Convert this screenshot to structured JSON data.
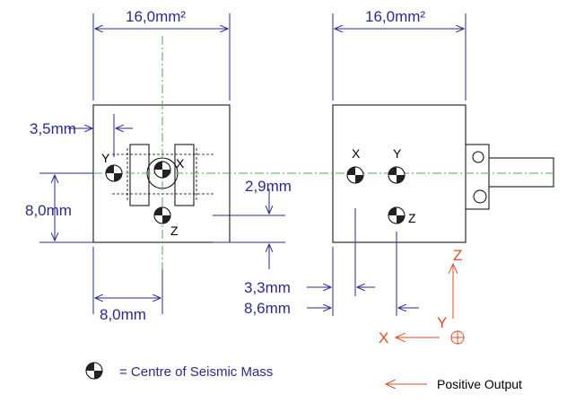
{
  "dimensions": {
    "top_width_left": "16,0mm²",
    "top_width_right": "16,0mm²",
    "offset_3_5": "3,5mm",
    "offset_8_0_vertical": "8,0mm",
    "offset_8_0_horizontal": "8,0mm",
    "offset_2_9": "2,9mm",
    "offset_3_3": "3,3mm",
    "offset_8_6": "8,6mm"
  },
  "sensor_labels": {
    "left_y": "Y",
    "left_x": "X",
    "left_z": "Z",
    "right_x": "X",
    "right_y": "Y",
    "right_z": "Z"
  },
  "axes": {
    "z": "Z",
    "x": "X",
    "y": "Y"
  },
  "legend": {
    "centre_of_mass": "= Centre of Seismic Mass",
    "positive_output": "Positive Output"
  },
  "colors": {
    "dimension": "#2b2a8c",
    "axis": "#d4502a",
    "centerline": "#5aa85a"
  }
}
